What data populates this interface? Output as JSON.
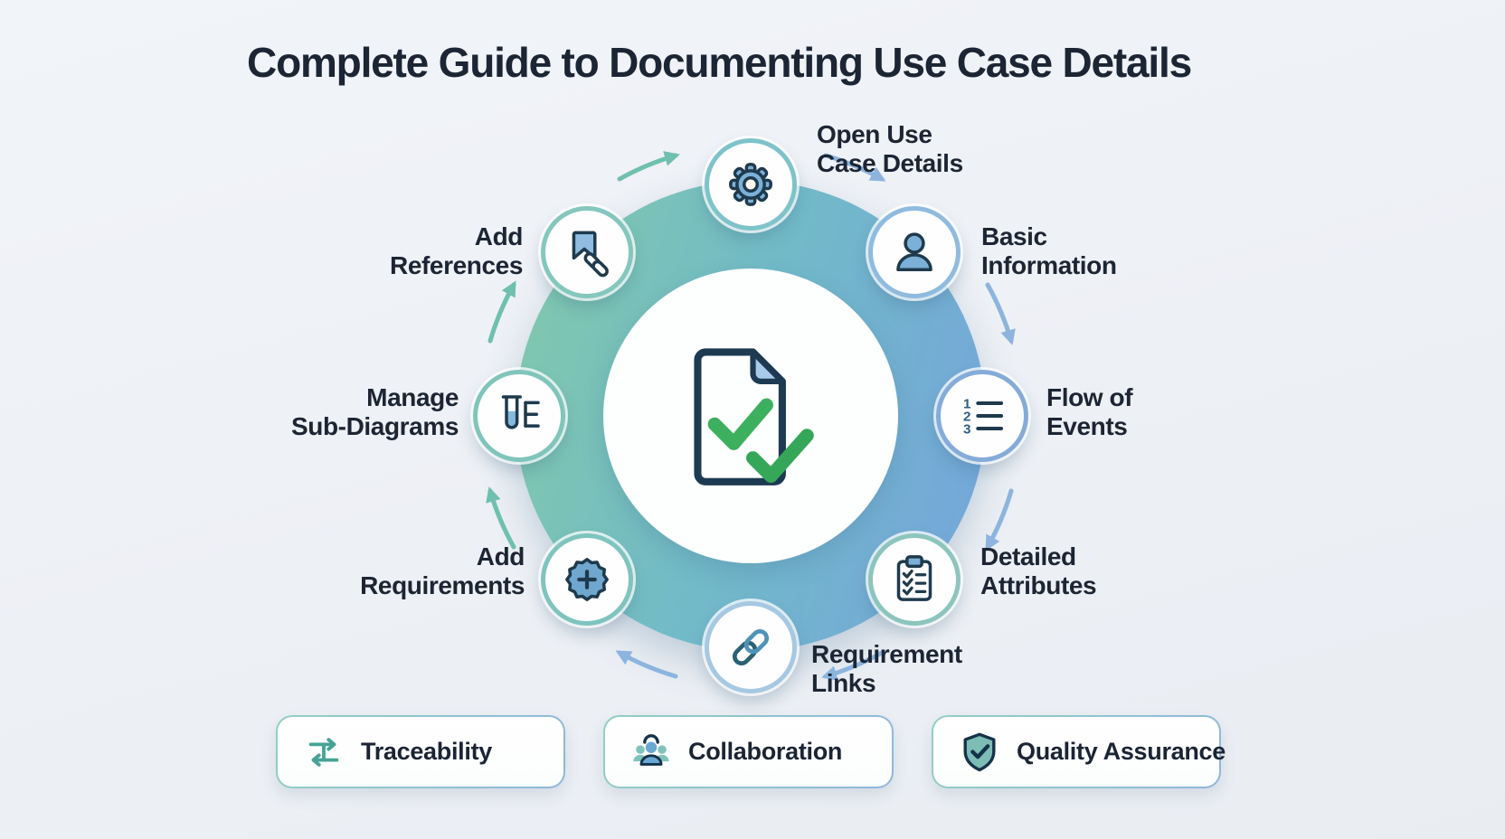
{
  "title": "Complete Guide to Documenting Use Case Details",
  "center_icon": "document-check-icon",
  "steps": [
    {
      "id": "open-use-case-details",
      "icon": "gear-icon",
      "line1": "Open Use",
      "line2": "Case Details"
    },
    {
      "id": "basic-information",
      "icon": "user-icon",
      "line1": "Basic",
      "line2": "Information"
    },
    {
      "id": "flow-of-events",
      "icon": "numbered-list-icon",
      "line1": "Flow of",
      "line2": "Events"
    },
    {
      "id": "detailed-attributes",
      "icon": "clipboard-checklist-icon",
      "line1": "Detailed",
      "line2": "Attributes"
    },
    {
      "id": "requirement-links",
      "icon": "chain-link-icon",
      "line1": "Requirement",
      "line2": "Links"
    },
    {
      "id": "add-requirements",
      "icon": "badge-plus-icon",
      "line1": "Add",
      "line2": "Requirements"
    },
    {
      "id": "manage-sub-diagrams",
      "icon": "test-tube-list-icon",
      "line1": "Manage",
      "line2": "Sub-Diagrams"
    },
    {
      "id": "add-references",
      "icon": "bookmark-link-icon",
      "line1": "Add",
      "line2": "References"
    }
  ],
  "footer_cards": [
    {
      "id": "traceability",
      "icon": "traceability-arrows-icon",
      "label": "Traceability"
    },
    {
      "id": "collaboration",
      "icon": "people-group-icon",
      "label": "Collaboration"
    },
    {
      "id": "quality-assurance",
      "icon": "shield-check-icon",
      "label": "Quality Assurance"
    }
  ],
  "palette": {
    "background": "#edf1f5",
    "title_text": "#1c2533",
    "label_text": "#1c2533",
    "ring_gradient": [
      "#80c8ac",
      "#72bac8",
      "#74a6da"
    ],
    "center_circle": "#fdfefe",
    "icon_navy": "#1f3a4d",
    "icon_blue": "#7bb0d8",
    "icon_light_blue": "#a9c9e8",
    "check_green": "#3cb05e",
    "arrow_teal": "#6fc0ae",
    "arrow_blue": "#8cb4de",
    "node_border_teal": "#80c5bb",
    "node_border_blue": "#8fbbdf",
    "card_border_teal": "#93cfc2",
    "card_border_blue": "#8fb7dd",
    "card_icon_teal": "#45a396",
    "shield_teal": "#7dbdb6"
  }
}
